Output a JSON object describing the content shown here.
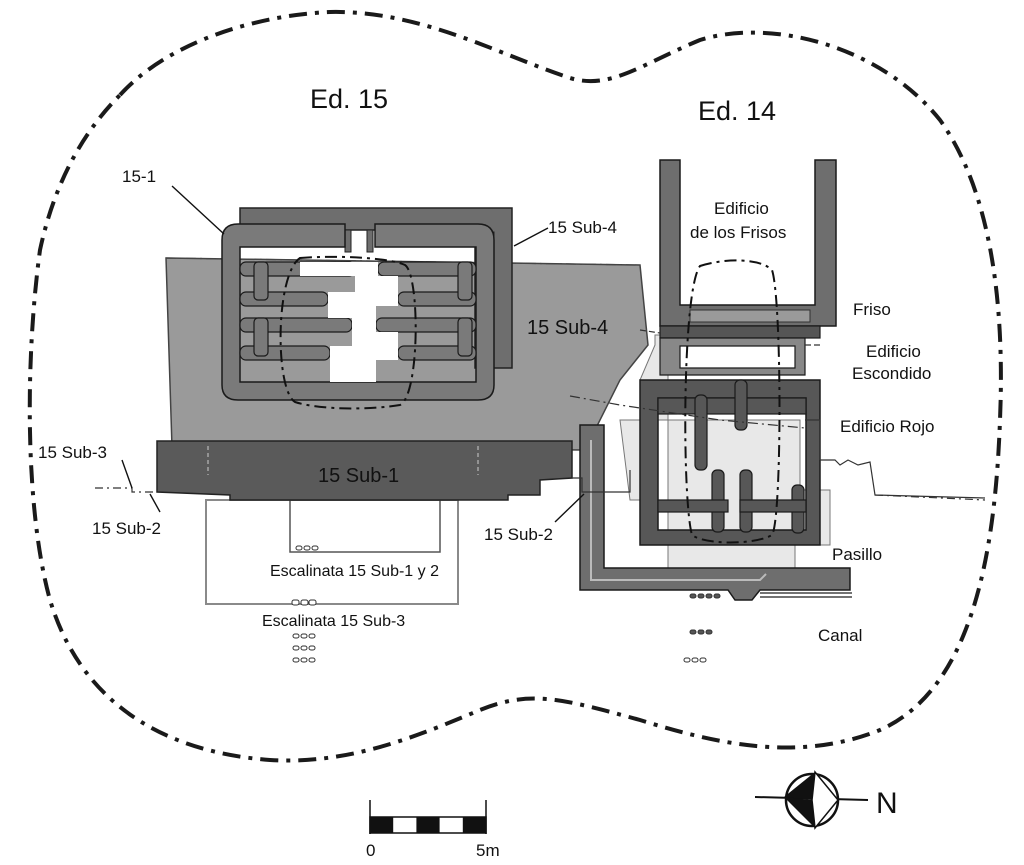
{
  "labels": {
    "ed15": "Ed. 15",
    "ed14": "Ed. 14",
    "l15_1": "15-1",
    "sub4_top": "15 Sub-4",
    "sub4_main": "15 Sub-4",
    "sub3": "15 Sub-3",
    "sub1": "15 Sub-1",
    "sub2_left": "15 Sub-2",
    "sub2_right": "15 Sub-2",
    "escalinata_12": "Escalinata 15 Sub-1 y 2",
    "escalinata_3": "Escalinata 15 Sub-3",
    "frisos_1": "Edificio",
    "frisos_2": "de los Frisos",
    "friso": "Friso",
    "escondido_1": "Edificio",
    "escondido_2": "Escondido",
    "rojo": "Edificio Rojo",
    "pasillo": "Pasillo",
    "canal": "Canal"
  },
  "scale_bar": {
    "min_label": "0",
    "max_label": "5m",
    "segments": 5
  },
  "north": {
    "label": "N"
  },
  "colors": {
    "sub1_dark": "#5a5a5a",
    "sub4_gray": "#9a9a9a",
    "wall_gray": "#6e6e6e",
    "edificio_rojo": "#575757",
    "pasillo_light": "#e8e8e8",
    "outline": "#1a1a1a"
  }
}
